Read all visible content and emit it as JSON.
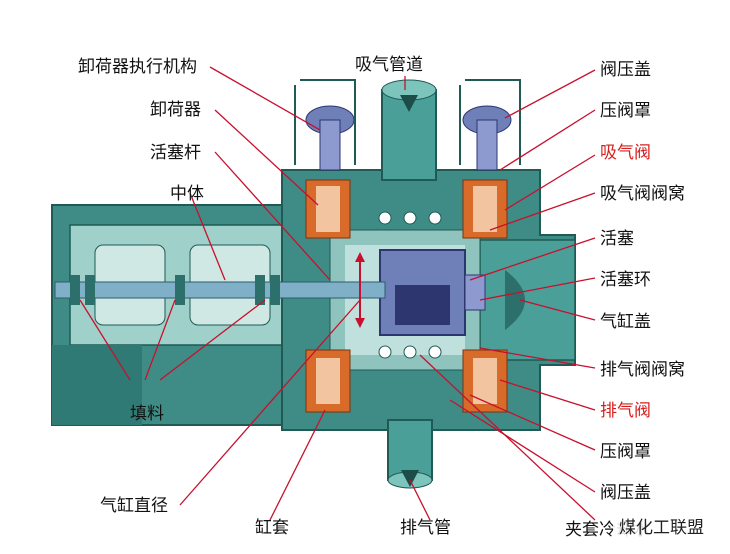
{
  "labels_left": {
    "unloader_actuator": "卸荷器执行机构",
    "unloader": "卸荷器",
    "piston_rod": "活塞杆",
    "middle_body": "中体",
    "packing": "填料",
    "cylinder_bore": "气缸直径",
    "cylinder_liner": "缸套",
    "discharge_pipe": "排气管",
    "suction_pipe": "吸气管道"
  },
  "labels_right": {
    "valve_cover_top": "阀压盖",
    "valve_cage_top": "压阀罩",
    "suction_valve": "吸气阀",
    "suction_valve_seat": "吸气阀阀窝",
    "piston": "活塞",
    "piston_ring": "活塞环",
    "cylinder_head": "气缸盖",
    "discharge_valve_seat": "排气阀阀窝",
    "discharge_valve": "排气阀",
    "valve_cage_bottom": "压阀罩",
    "valve_cover_bottom": "阀压盖",
    "cooling_water": "夹套冷却水"
  },
  "watermark": "煤化工联盟",
  "colors": {
    "body": "#3f8c86",
    "body_dark": "#1f5a55",
    "valve_red": "#d86a2a",
    "piston": "#6f7fb8",
    "rod": "#7fb0c8",
    "pointer": "#c8102e",
    "highlight_text": "#d6201f"
  }
}
